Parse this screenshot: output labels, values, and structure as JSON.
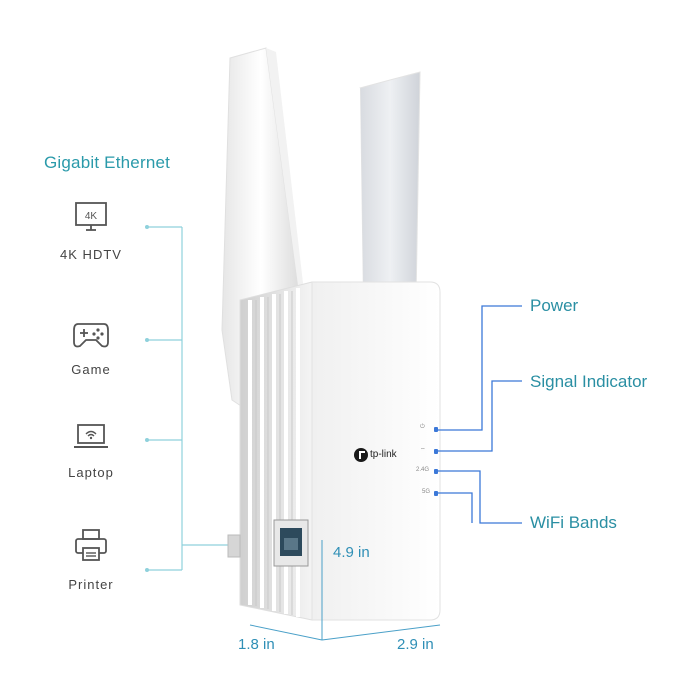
{
  "heading": "Gigabit Ethernet",
  "devices": [
    {
      "icon": "tv-4k-icon",
      "label": "4K HDTV",
      "screen_text": "4K"
    },
    {
      "icon": "gamepad-icon",
      "label": "Game"
    },
    {
      "icon": "laptop-icon",
      "label": "Laptop"
    },
    {
      "icon": "printer-icon",
      "label": "Printer"
    }
  ],
  "callouts": {
    "power": "Power",
    "signal": "Signal Indicator",
    "wifi_bands": "WiFi Bands"
  },
  "led_labels": [
    "⏻",
    "⌔",
    "2.4G",
    "5G"
  ],
  "brand": "tp-link",
  "dimensions": {
    "height": "4.9 in",
    "depth": "1.8 in",
    "width": "2.9 in"
  },
  "colors": {
    "accent": "#2a9aaa",
    "line": "#8fd1dc",
    "led": "#3b78d8",
    "body": "#f7f7f7"
  }
}
